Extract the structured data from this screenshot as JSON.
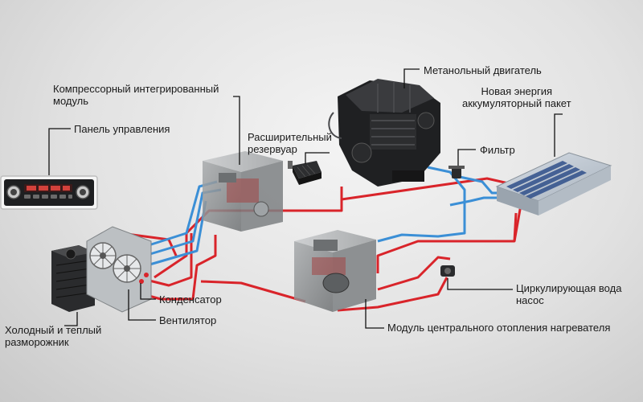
{
  "labels": {
    "compressor_module": "Компрессорный интегрированный\nмодуль",
    "control_panel": "Панель управления",
    "expansion_tank": "Расширительный\nрезервуар",
    "methanol_engine": "Метанольный двигатель",
    "battery_pack": "Новая энергия\nаккумуляторный пакет",
    "filter": "Фильтр",
    "circulating_pump": "Циркулирующая вода\nнасос",
    "condenser": "Конденсатор",
    "fan": "Вентилятор",
    "defroster": "Холодный и теплый\nразморожник",
    "central_heating": "Модуль центрального отопления нагревателя"
  },
  "colors": {
    "hot_pipe": "#d9242a",
    "cold_pipe": "#3b8fd6",
    "leader_line": "#111111",
    "module_box": "#8d9092"
  },
  "icons": {
    "engine": "engine-icon",
    "battery": "battery-pack-icon",
    "radiator": "radiator-icon",
    "fan": "fan-icon"
  }
}
